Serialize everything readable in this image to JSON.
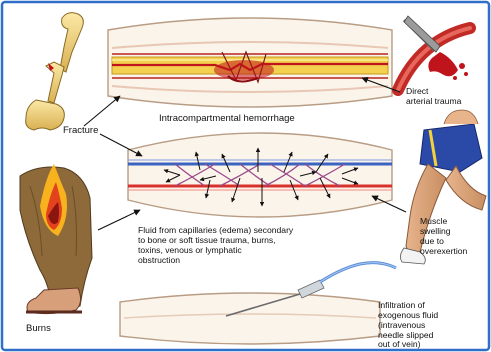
{
  "labels": {
    "fracture": "Fracture",
    "intracompartmental_hemorrhage": "Intracompartmental hemorrhage",
    "direct_arterial_trauma": [
      "Direct",
      "arterial trauma"
    ],
    "fluid_edema": [
      "Fluid from capillaries (edema) secondary",
      "to bone or soft  tissue trauma, burns,",
      "toxins, venous or lymphatic",
      "obstruction"
    ],
    "muscle_swelling": [
      "Muscle",
      "swelling",
      "due to",
      "overexertion"
    ],
    "burns": "Burns",
    "infiltration": [
      "Infiltration of",
      "exogenous fluid",
      "(intravenous",
      "needle slipped",
      "out of vein)"
    ]
  },
  "colors": {
    "border": "#2f6fc7",
    "artery": "#d8312c",
    "vein": "#3a63c2",
    "bone": "#f2d57c",
    "blood": "#c0141c",
    "skin": "#e8b890",
    "compartment_fill": "#fbf4ea"
  }
}
